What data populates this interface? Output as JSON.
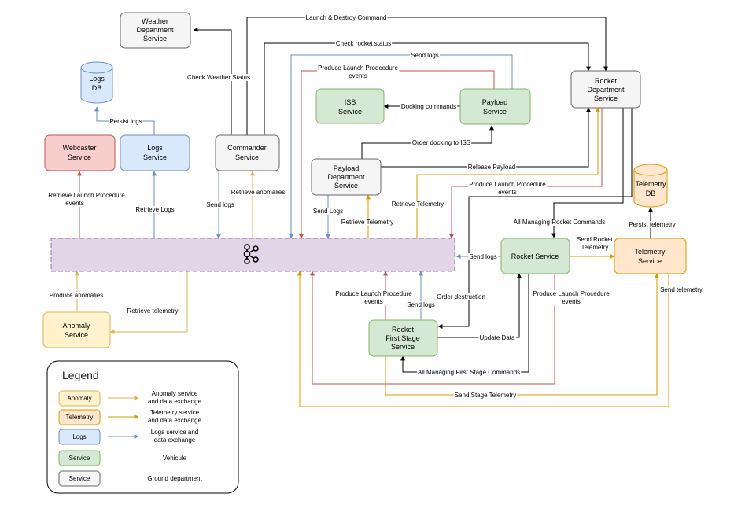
{
  "boxes": {
    "weather": [
      "Weather",
      "Department",
      "Service"
    ],
    "logs_db": [
      "Logs",
      "DB"
    ],
    "webcaster": [
      "Webcaster",
      "Service"
    ],
    "logs_service": [
      "Logs",
      "Service"
    ],
    "commander": [
      "Commander",
      "Service"
    ],
    "iss": [
      "ISS",
      "Service"
    ],
    "payload": [
      "Payload",
      "Service"
    ],
    "rocket_dept": [
      "Rocket",
      "Department",
      "Service"
    ],
    "payload_dept": [
      "Payload",
      "Department",
      "Service"
    ],
    "telemetry_db": [
      "Telemetry",
      "DB"
    ],
    "rocket_service": [
      "Rocket Service"
    ],
    "telemetry_service": [
      "Telemetry",
      "Service"
    ],
    "anomaly": [
      "Anomaly",
      "Service"
    ],
    "first_stage": [
      "Rocket",
      "First Stage",
      "Service"
    ]
  },
  "edges": {
    "launch_destroy": [
      "Launch & Destroy Command"
    ],
    "check_rocket": [
      "Check rocket status"
    ],
    "send_logs_top": [
      "Send logs"
    ],
    "produce_launch_top": [
      "Produce Launch Prodcedure",
      "events"
    ],
    "check_weather": [
      "Check Weather Status"
    ],
    "persist_logs": [
      "Persist logs"
    ],
    "docking": [
      "Docking commands"
    ],
    "order_docking": [
      "Order docking to ISS"
    ],
    "release_payload": [
      "Release Payload"
    ],
    "produce_launch_mid": [
      "Produce Launch Procedure",
      "events"
    ],
    "retrieve_launch": [
      "Retrieve Launch Procedure",
      "events"
    ],
    "retrieve_anomalies": [
      "Retrieve anomalies"
    ],
    "send_logs_cmd": [
      "Send logs"
    ],
    "retrieve_logs": [
      "Retrieve Logs"
    ],
    "send_logs_pd": [
      "Send Logs"
    ],
    "retrieve_tel_pd": [
      "Retrieve Telemetry"
    ],
    "retrieve_tel_k": [
      "Retrieve Telemetry"
    ],
    "all_rocket_cmds": [
      "All Managing Rocket Commands"
    ],
    "persist_tel": [
      "Persist telemetry"
    ],
    "send_rocket_tel": [
      "Send Rocket",
      "Telemetry"
    ],
    "send_logs_rs": [
      "Send logs"
    ],
    "produce_anomalies": [
      "Produce anomalies"
    ],
    "retrieve_tel_an": [
      "Retrieve telemetry"
    ],
    "produce_launch_fs": [
      "Produce Launch Procedure",
      "events"
    ],
    "send_logs_fs": [
      "Send logs"
    ],
    "order_destruction": [
      "Order destruction"
    ],
    "produce_launch_rs": [
      "Produce Launch Procedure",
      "events"
    ],
    "send_telemetry": [
      "Send telemetry"
    ],
    "update_data": [
      "Update Data"
    ],
    "all_fs_cmds": [
      "All Managing First Stage Commands"
    ],
    "send_stage_tel": [
      "Send Stage Telemetry"
    ]
  },
  "legend": {
    "title": "Legend",
    "items": [
      {
        "swatch": "Anomaly",
        "desc": [
          "Anomaly service",
          "and data exchange"
        ]
      },
      {
        "swatch": "Telemetry",
        "desc": [
          "Telemetry service",
          "and data exchange"
        ]
      },
      {
        "swatch": "Logs",
        "desc": [
          "Logs service and",
          "data exchange"
        ]
      },
      {
        "swatch": "Service",
        "desc": [
          "Vehicule"
        ]
      },
      {
        "swatch": "Service",
        "desc": [
          "Ground department"
        ]
      }
    ]
  },
  "colors": {
    "anomaly": "#d6b656",
    "telemetry": "#d79b00",
    "logs": "#6c8ebf",
    "launch_events": "#b85450",
    "command": "#000000",
    "kafka_bus": "#e1d5e7"
  },
  "icons": {
    "kafka_bus": "kafka-icon"
  }
}
